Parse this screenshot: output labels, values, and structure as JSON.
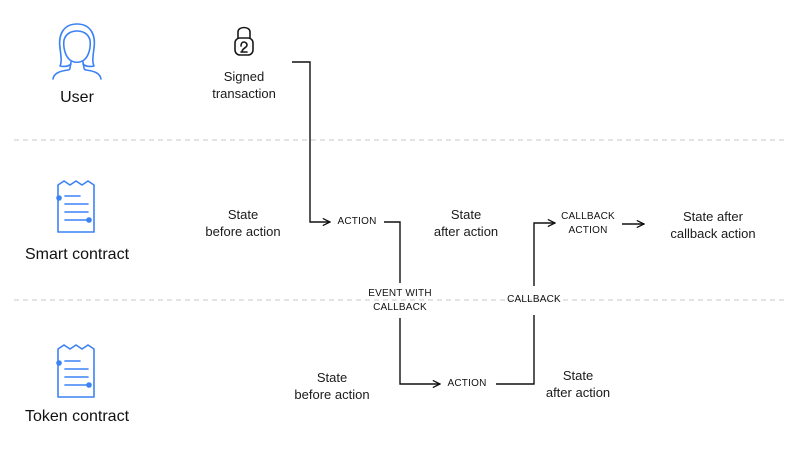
{
  "colors": {
    "icon": "#3b82f6",
    "line": "#111111",
    "divider": "#dcdcdc"
  },
  "roles": {
    "user": "User",
    "smart_contract": "Smart contract",
    "token_contract": "Token contract"
  },
  "icons": {
    "user": "user-avatar-icon",
    "lock": "lock-icon",
    "smart_contract": "document-icon",
    "token_contract": "document-icon"
  },
  "user_row": {
    "signed_transaction": "Signed\ntransaction"
  },
  "smart_contract_row": {
    "state_before": "State\nbefore action",
    "action": "ACTION",
    "state_after": "State\nafter action",
    "callback_action": "CALLBACK\nACTION",
    "state_after_callback": "State after\ncallback action"
  },
  "between_rows": {
    "event_with_callback": "EVENT WITH\nCALLBACK",
    "callback": "CALLBACK"
  },
  "token_contract_row": {
    "state_before": "State\nbefore action",
    "action": "ACTION",
    "state_after": "State\nafter action"
  }
}
